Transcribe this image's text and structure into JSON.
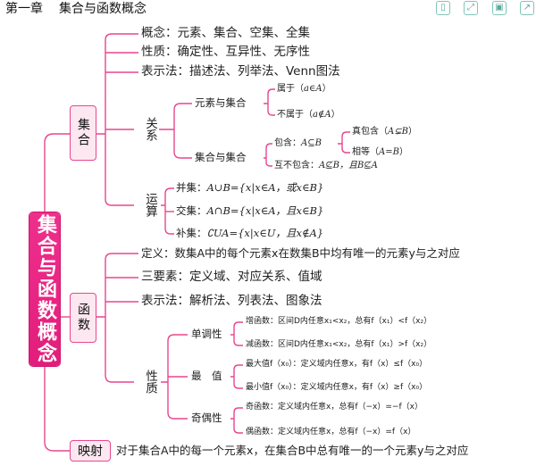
{
  "header": {
    "chapter": "第一章",
    "title": "集合与函数概念",
    "toolbar_icons": [
      "pages-icon",
      "expand-icon",
      "save-icon",
      "share-icon"
    ]
  },
  "colors": {
    "accent": "#e2207d",
    "node_fill": "#fde8f1",
    "line": "#e8478f",
    "toolbar": "#5aa99b"
  },
  "root": "集合与函数概念",
  "sets": {
    "label": "集合",
    "concept": "概念：元素、集合、空集、全集",
    "properties": "性质：确定性、互异性、无序性",
    "representation": "表示法：描述法、列举法、Venn图法",
    "relation_label": "关系",
    "elem_set": "元素与集合",
    "belongs": "属于（",
    "belongs_math": "a∈A",
    "close": "）",
    "not_belongs": "不属于（",
    "not_belongs_math": "a∉A",
    "set_set": "集合与集合",
    "contains": "包含：",
    "contains_math": "A⊆B",
    "proper": "真包含（",
    "proper_math": "A⊊B",
    "equal": "相等（",
    "equal_math": "A=B",
    "not_contains": "互不包含：",
    "not_contains_math": "A⊈B，且B⊈A",
    "operation_label": "运算",
    "union_label": "并集：",
    "union": "A∪B={x|x∈A，或x∈B}",
    "intersection_label": "交集：",
    "intersection": "A∩B={x|x∈A，且x∈B}",
    "complement_label": "补集：",
    "complement": "∁UA={x|x∈U，且x∉A}"
  },
  "functions": {
    "label": "函数",
    "definition": "定义：数集A中的每个元素x在数集B中均有唯一的元素y与之对应",
    "three_elements": "三要素：定义域、对应关系、值域",
    "representation": "表示法：解析法、列表法、图象法",
    "property_label": "性质",
    "monotonic": "单调性",
    "increasing": "增函数：区间D内任意x₁<x₂，总有f（x₁）<f（x₂）",
    "decreasing": "减函数：区间D内任意x₁<x₂，总有f（x₁）>f（x₂）",
    "extreme": "最　值",
    "max": "最大值f（x₀）：定义域内任意x，有f（x）≤f（x₀）",
    "min": "最小值f（x₀）：定义域内任意x，有f（x）≥f（x₀）",
    "parity": "奇偶性",
    "odd": "奇函数：定义域内任意x，总有f（−x）=−f（x）",
    "even": "偶函数：定义域内任意x，总有f（−x）=f（x）"
  },
  "mapping": {
    "label": "映射",
    "text": "对于集合A中的每一个元素x，在集合B中总有唯一的一个元素y与之对应"
  }
}
